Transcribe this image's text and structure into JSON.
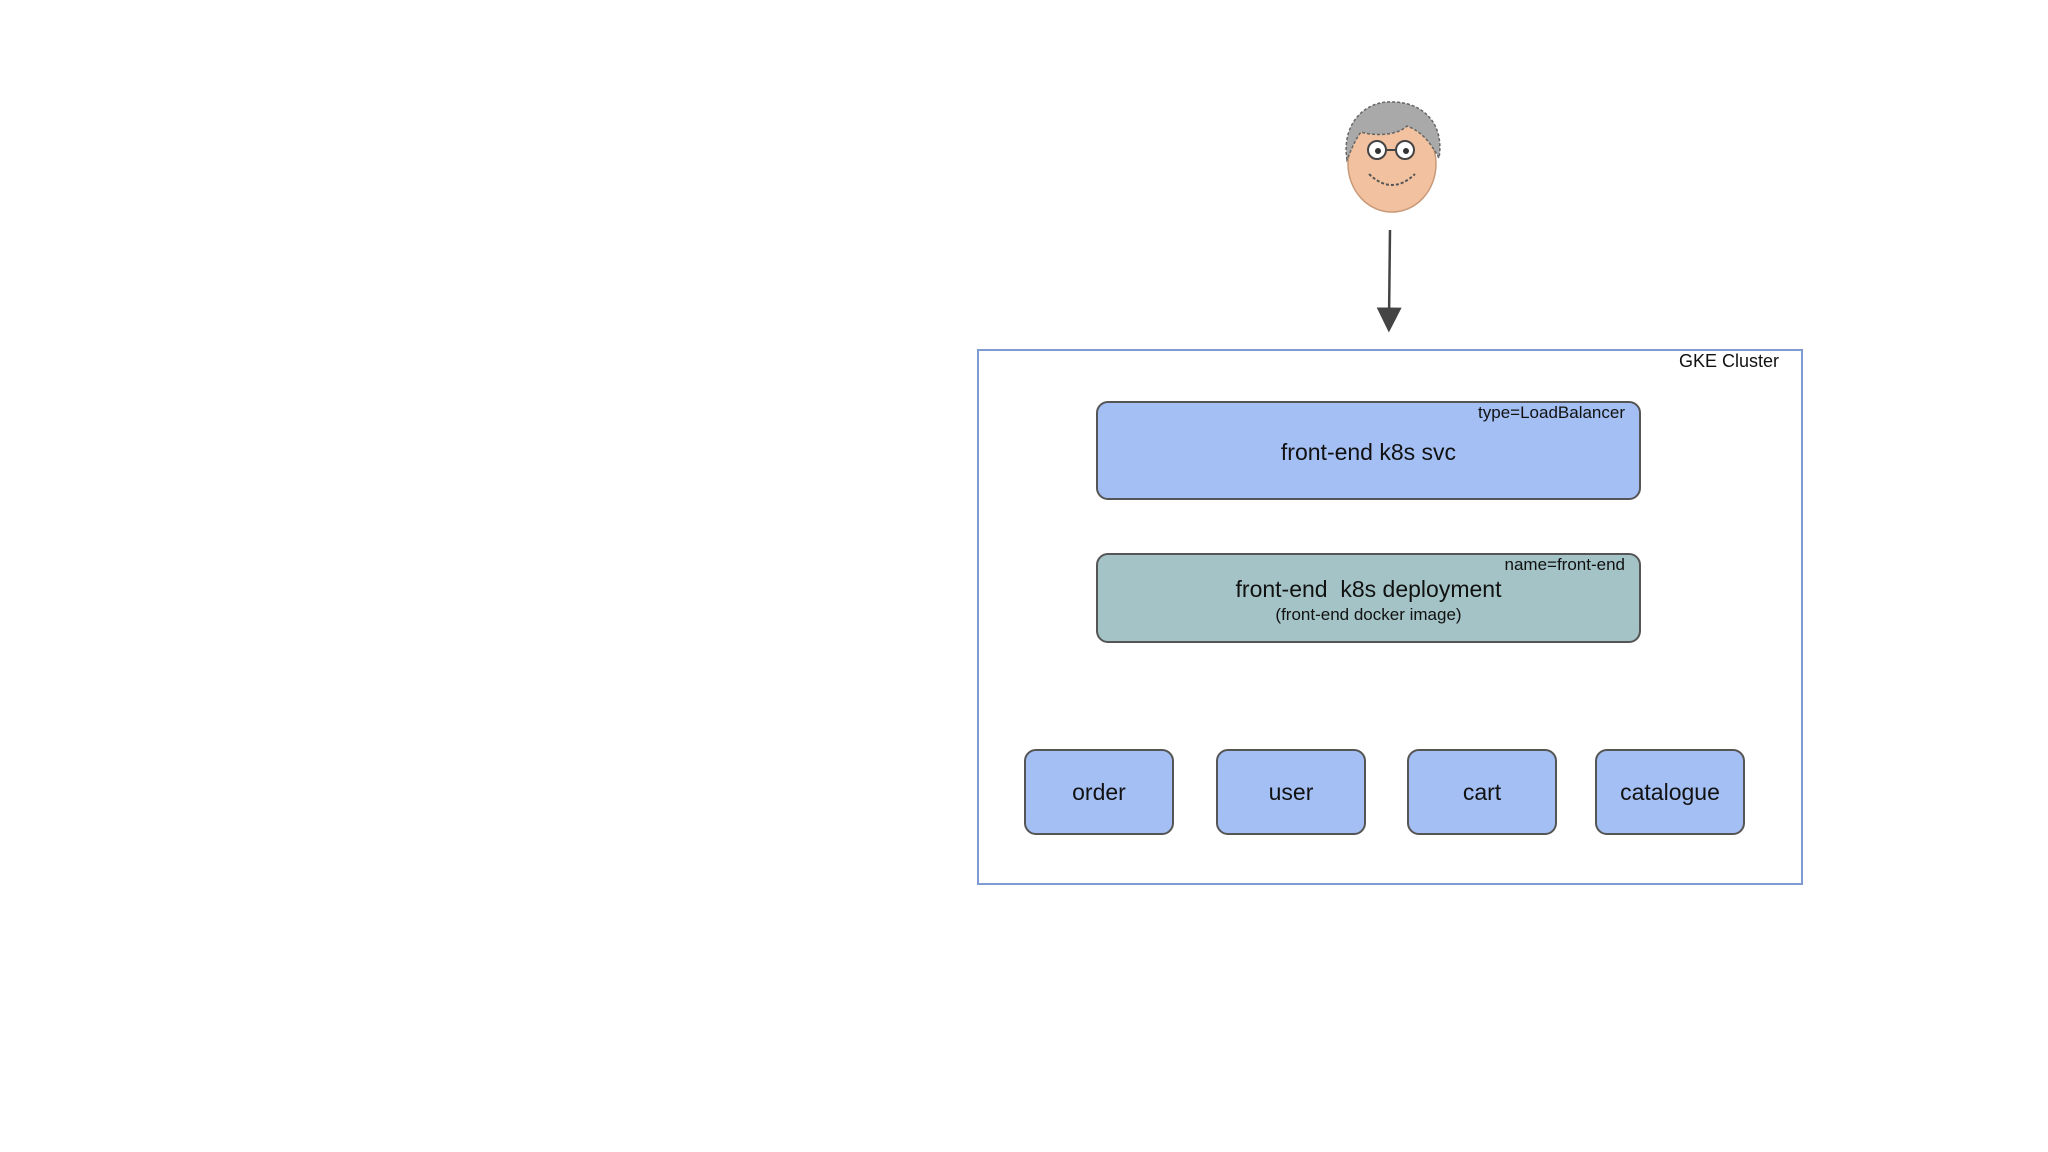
{
  "diagram": {
    "user_icon": "user-avatar-icon",
    "cluster": {
      "label": "GKE Cluster",
      "border_color": "#7e9bd3"
    },
    "frontend_service": {
      "title": "front-end k8s svc",
      "tag": "type=LoadBalancer",
      "color": "#a4bff3"
    },
    "frontend_deployment": {
      "title": "front-end  k8s deployment",
      "subtitle": "(front-end docker image)",
      "tag": "name=front-end",
      "color": "#a3c3c6"
    },
    "services": [
      {
        "label": "order"
      },
      {
        "label": "user"
      },
      {
        "label": "cart"
      },
      {
        "label": "catalogue"
      }
    ]
  }
}
